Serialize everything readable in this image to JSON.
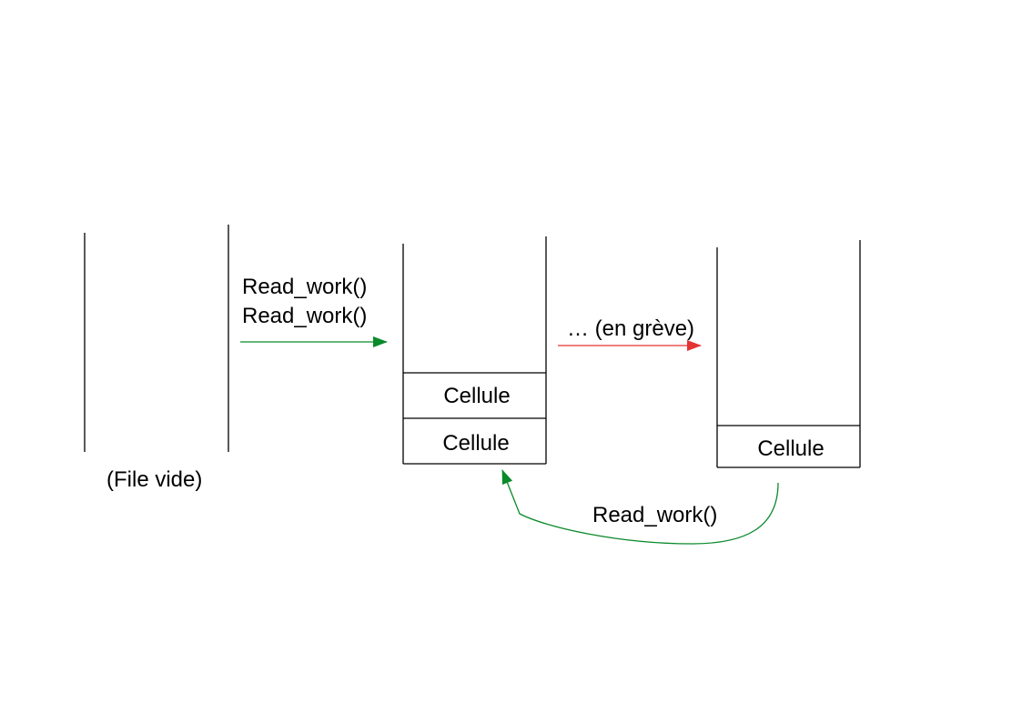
{
  "colors": {
    "ink": "#000000",
    "green_arrow": "#0a8a2a",
    "red_arrow": "#e53333"
  },
  "queue_empty": {
    "caption": "(File vide)"
  },
  "transition_1": {
    "line1": "Read_work()",
    "line2": "Read_work()"
  },
  "queue_two": {
    "cell_top": "Cellule",
    "cell_bottom": "Cellule"
  },
  "transition_2": {
    "label": "… (en grève)"
  },
  "queue_one": {
    "cell": "Cellule"
  },
  "transition_back": {
    "label": "Read_work()"
  }
}
